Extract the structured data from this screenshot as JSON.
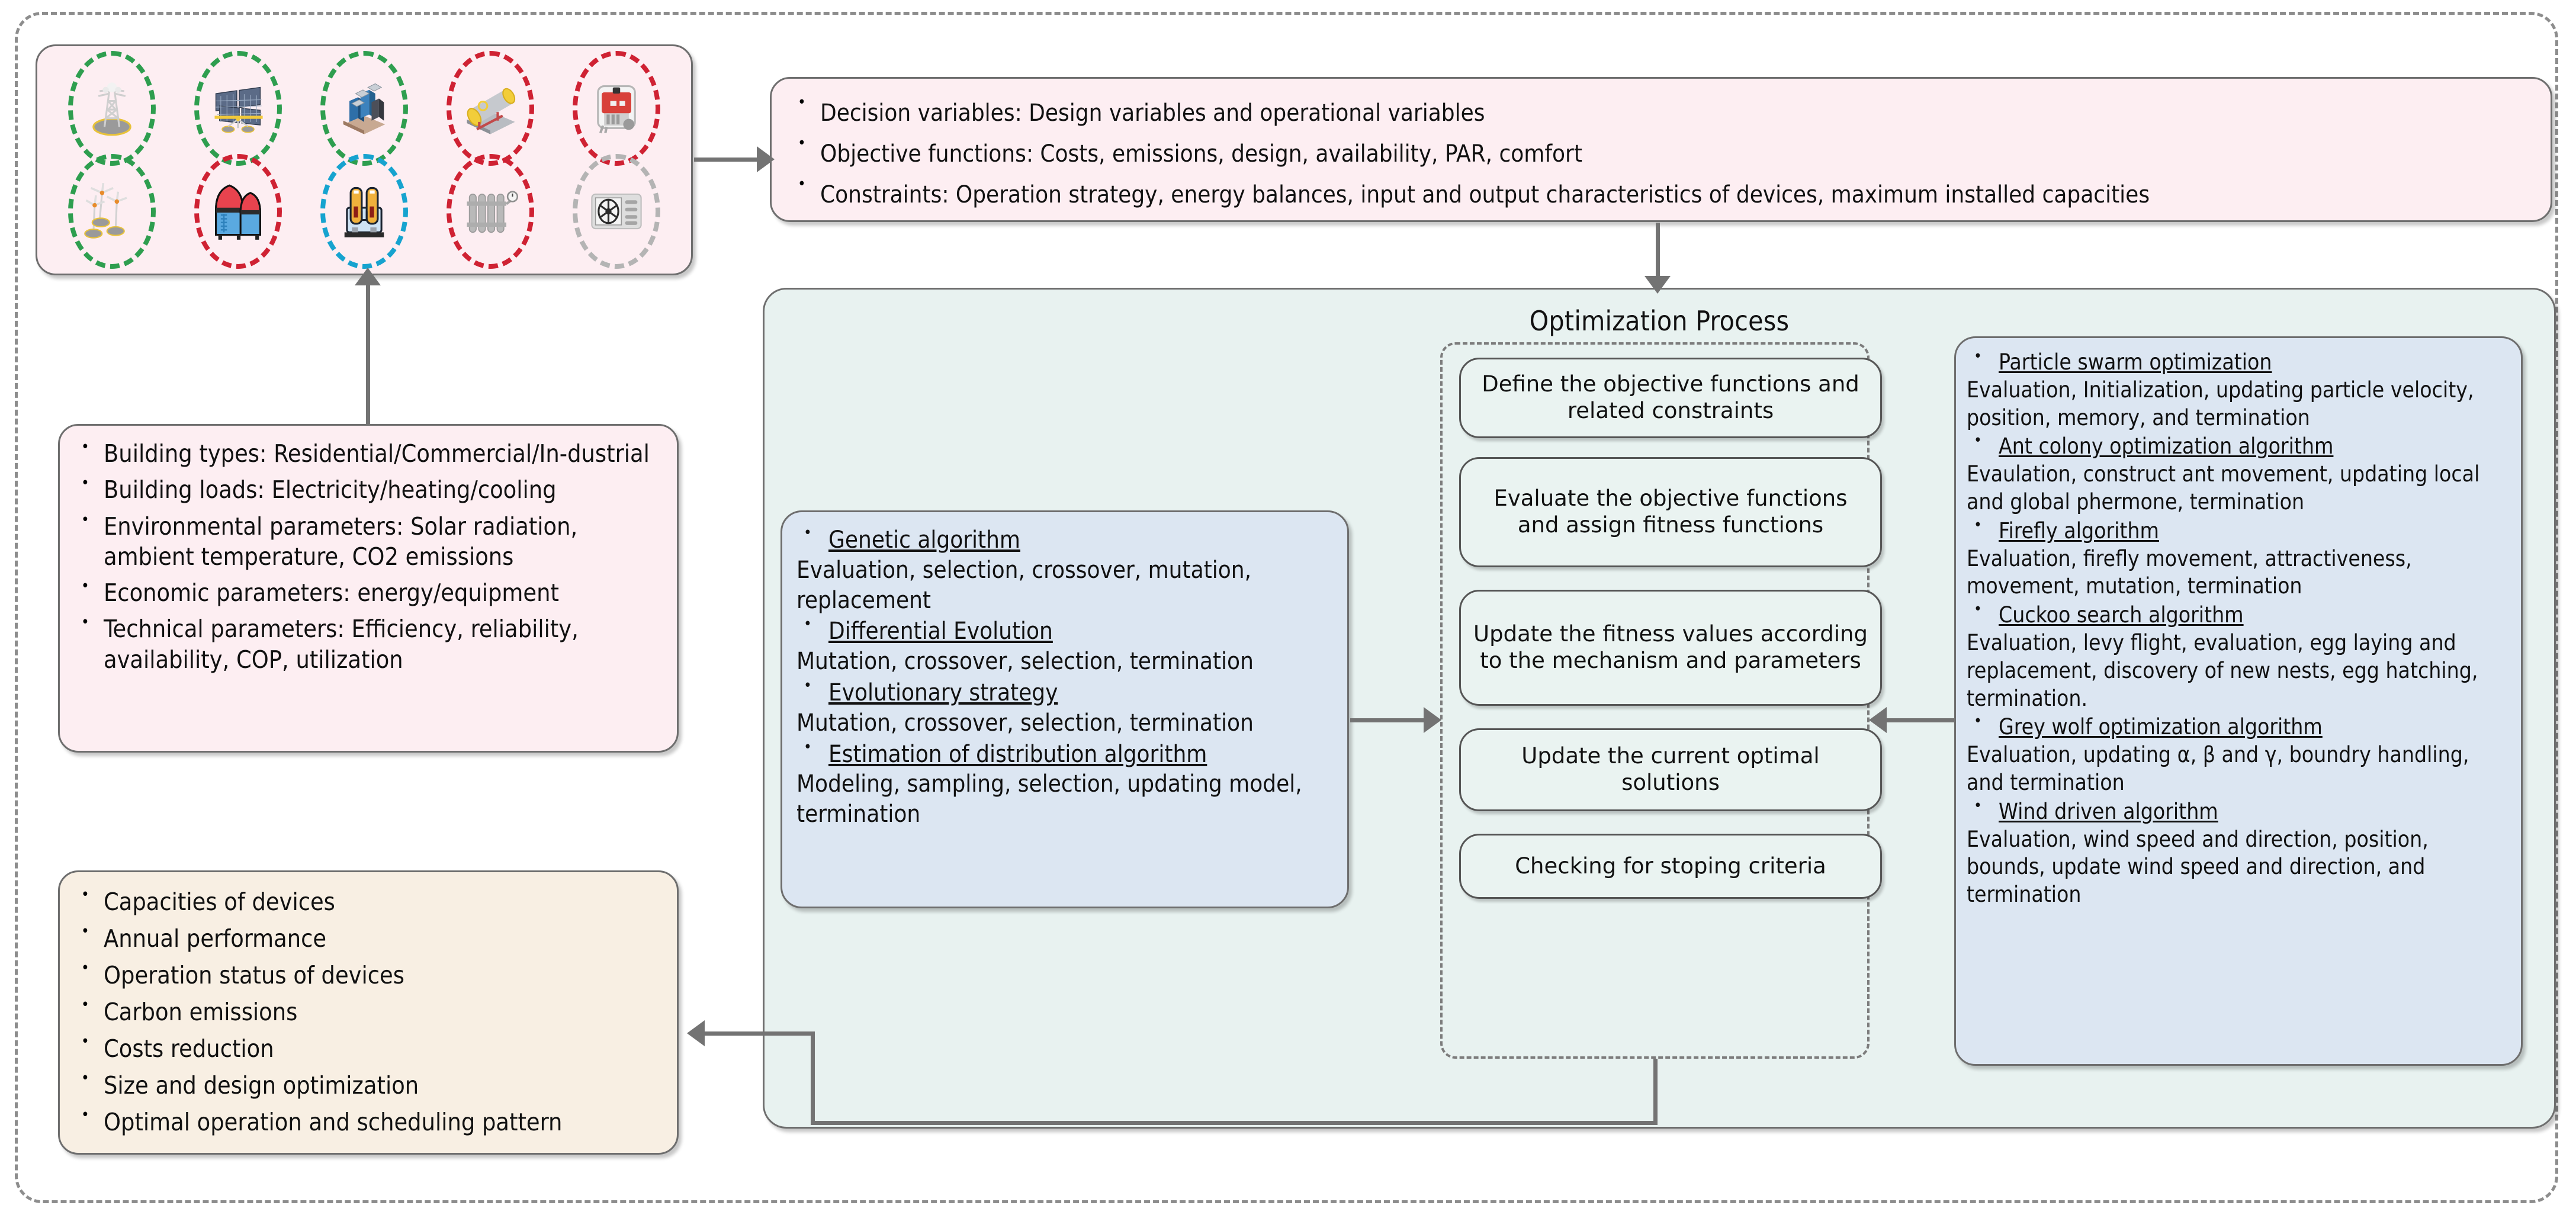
{
  "devices": {
    "row1": [
      {
        "name": "power-transmission-tower",
        "ellipse": "green"
      },
      {
        "name": "solar-pv-panels",
        "ellipse": "green"
      },
      {
        "name": "commercial-buildings",
        "ellipse": "green"
      },
      {
        "name": "gas-storage-tank",
        "ellipse": "red"
      },
      {
        "name": "diesel-generator",
        "ellipse": "red"
      }
    ],
    "row2": [
      {
        "name": "wind-turbines",
        "ellipse": "green"
      },
      {
        "name": "thermal-storage-tanks",
        "ellipse": "red"
      },
      {
        "name": "chp-boiler-units",
        "ellipse": "cyan"
      },
      {
        "name": "radiator-heater",
        "ellipse": "red"
      },
      {
        "name": "air-conditioner-unit",
        "ellipse": "gray"
      }
    ]
  },
  "objectives": {
    "items": [
      "Decision variables: Design variables and operational variables",
      "Objective functions: Costs, emissions, design, availability, PAR, comfort",
      "Constraints: Operation strategy, energy balances, input and output characteristics of devices, maximum installed capacities"
    ]
  },
  "inputs": {
    "items": [
      "Building types: Residential/Commercial/In-dustrial",
      "Building loads: Electricity/heating/cooling",
      "Environmental parameters: Solar radiation, ambient temperature, CO2 emissions",
      "Economic parameters: energy/equipment",
      "Technical parameters: Efficiency, reliability, availability, COP, utilization"
    ]
  },
  "outputs": {
    "items": [
      "Capacities of devices",
      "Annual performance",
      "Operation status of devices",
      "Carbon emissions",
      "Costs reduction",
      "Size and design optimization",
      "Optimal operation and scheduling pattern"
    ]
  },
  "optimization": {
    "title": "Optimization Process",
    "steps": [
      "Define the objective functions and related constraints",
      "Evaluate the objective functions and assign fitness functions",
      "Update the fitness values according to the mechanism and parameters",
      "Update the current optimal solutions",
      "Checking for stoping criteria"
    ]
  },
  "evolutionary_algorithms": [
    {
      "name": "Genetic algorithm",
      "steps": "Evaluation, selection, crossover,  mutation, replacement"
    },
    {
      "name": "Differential Evolution",
      "steps": "Mutation, crossover, selection, termination"
    },
    {
      "name": "Evolutionary strategy",
      "steps": "Mutation, crossover, selection, termination"
    },
    {
      "name": "Estimation of distribution algorithm",
      "steps": "Modeling, sampling, selection, updating model, termination"
    }
  ],
  "swarm_algorithms": [
    {
      "name": "Particle swarm optimization",
      "steps": "Evaluation, Initialization, updating particle velocity, position, memory, and  termination"
    },
    {
      "name": "Ant colony optimization algorithm",
      "steps": "Evaulation, construct ant movement, updating local and global phermone, termination"
    },
    {
      "name": "Firefly algorithm",
      "steps": "Evaluation, firefly movement, attractiveness, movement, mutation, termination"
    },
    {
      "name": "Cuckoo search algorithm",
      "steps": "Evaluation, levy flight, evaluation, egg laying and replacement, discovery of new nests, egg hatching, termination."
    },
    {
      "name": "Grey wolf optimization algorithm",
      "steps": "Evaluation, updating α, β and γ, boundry handling, and termination"
    },
    {
      "name": "Wind driven algorithm",
      "steps": "Evaluation, wind speed and direction, position, bounds, update wind speed and direction, and termination"
    }
  ],
  "colors": {
    "pink_panel": "#fdeef2",
    "cream_panel": "#f8efe3",
    "teal_panel": "#e8f2f0",
    "blue_panel": "#dce6f2",
    "connector": "#737373",
    "ellipse_green": "#2e9e4f",
    "ellipse_red": "#cf2233",
    "ellipse_cyan": "#16a3cf",
    "ellipse_gray": "#b4b4b4"
  }
}
